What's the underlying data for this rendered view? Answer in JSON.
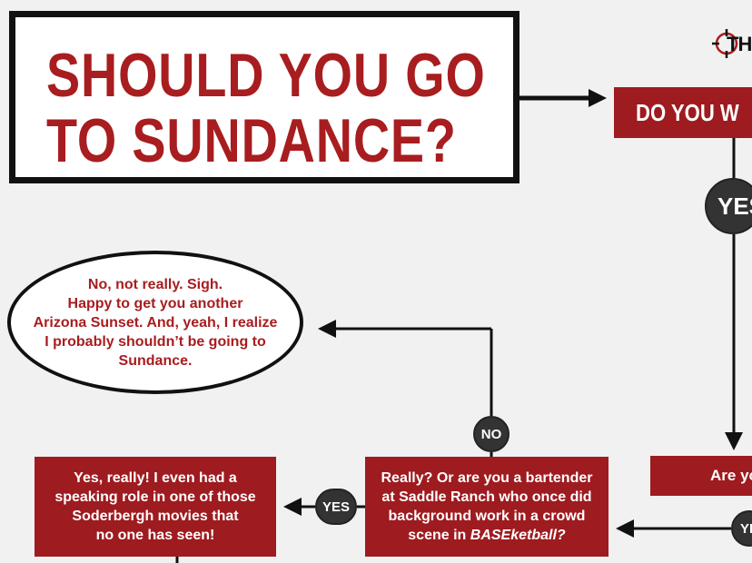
{
  "title": {
    "line1": "SHOULD YOU GO",
    "line2": "TO SUNDANCE?"
  },
  "logo": {
    "text": "TH"
  },
  "nodes": {
    "want": "DO YOU W",
    "yes_big": "YES",
    "ellipse": {
      "line1": "No, not really. Sigh.",
      "line2": "Happy to get you another",
      "line3": "Arizona Sunset. And, yeah, I realize",
      "line4": "I probably shouldn’t be going to",
      "line5": "Sundance."
    },
    "no": "NO",
    "really": {
      "line1": "Really? Or are you a bartender",
      "line2": "at Saddle Ranch who once did",
      "line3": "background work in a crowd",
      "line4_prefix": "scene in ",
      "line4_italic": "BASEketball?"
    },
    "yes_small": "YES",
    "yes_really": {
      "line1": "Yes, really! I even had a",
      "line2": "speaking role in one of those",
      "line3": "Soderbergh movies that",
      "line4": "no one has seen!"
    },
    "are_you": "Are yo",
    "yes_corner": "YE"
  },
  "colors": {
    "brand_red": "#9e1b1f",
    "title_red": "#a81d1f",
    "outline": "#111111",
    "connector_circle": "#333333",
    "background": "#f1f1f1"
  },
  "icons": [
    "crosshair-logo-icon",
    "arrow-right-icon",
    "arrow-left-icon",
    "arrow-down-icon"
  ]
}
